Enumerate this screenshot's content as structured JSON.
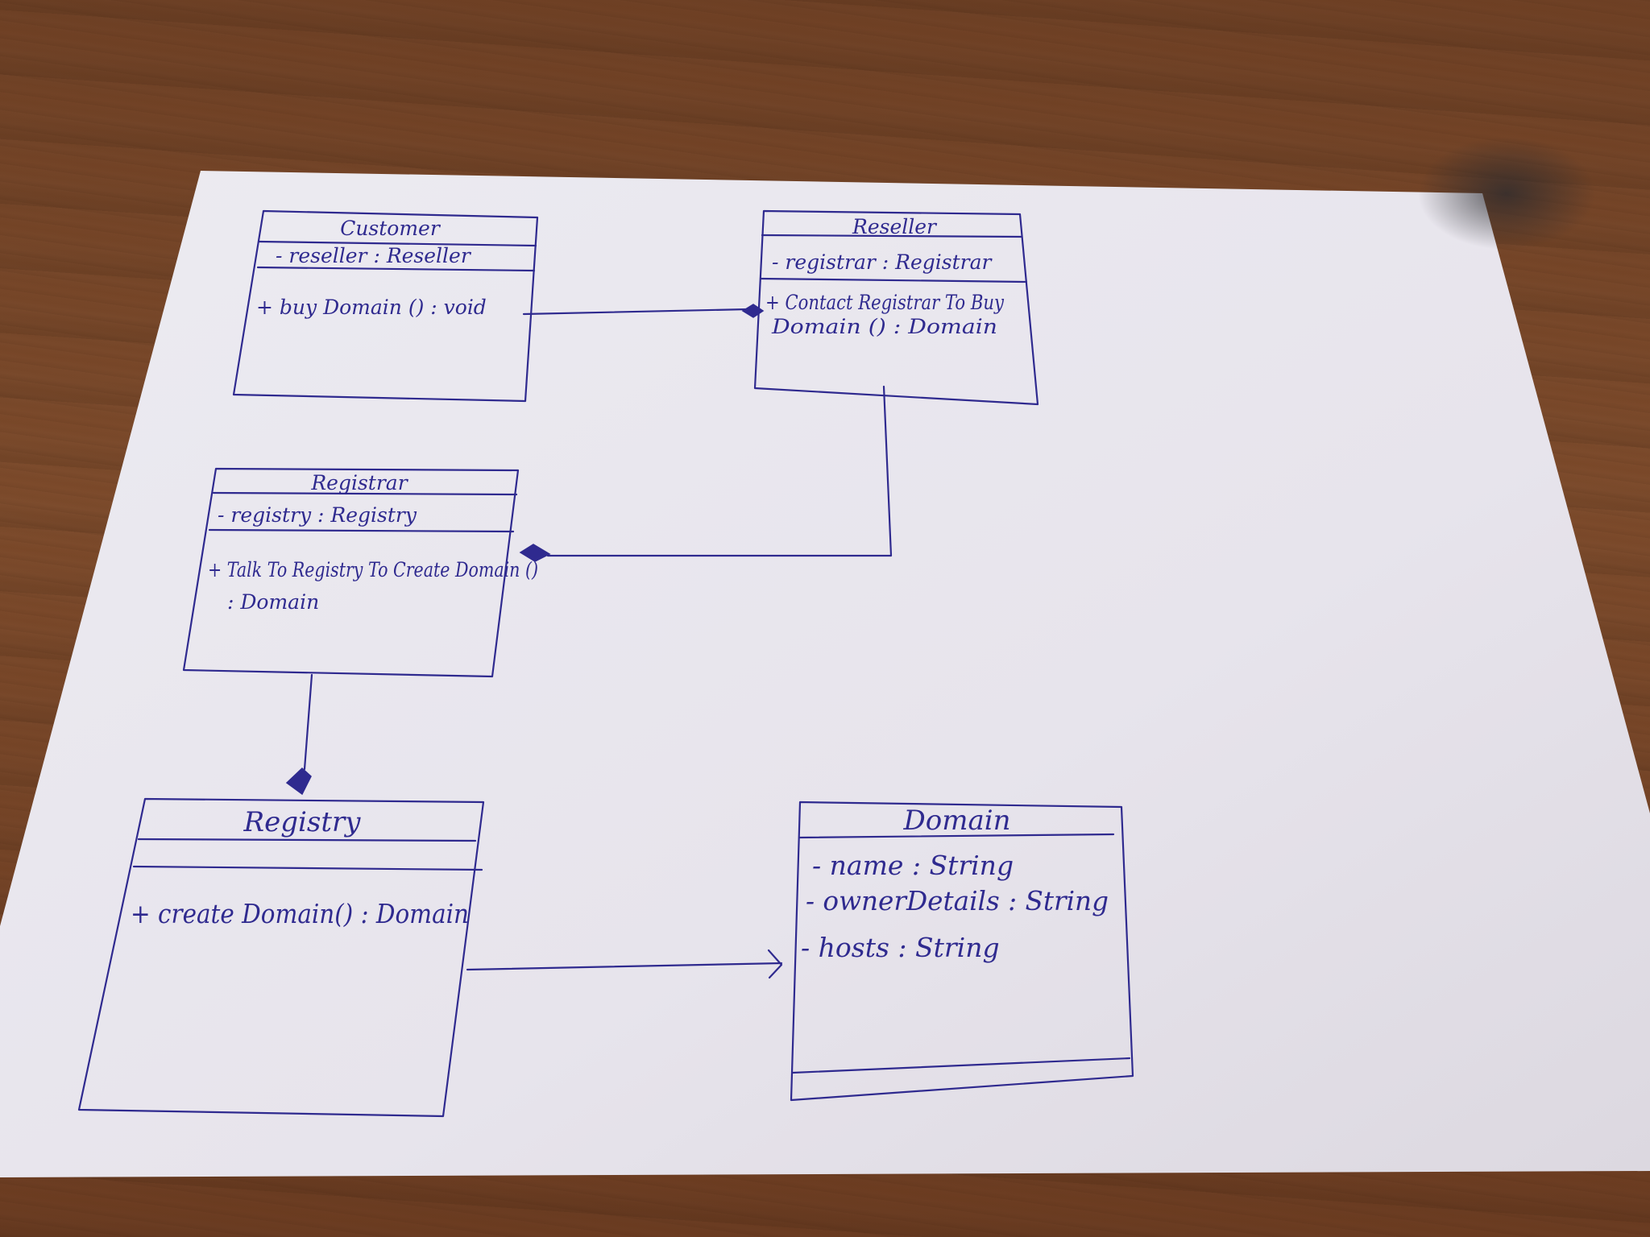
{
  "diagram": {
    "classes": {
      "customer": {
        "name": "Customer",
        "attributes": [
          "- reseller : Reseller"
        ],
        "methods": [
          "+ buy Domain () : void"
        ]
      },
      "reseller": {
        "name": "Reseller",
        "attributes": [
          "- registrar : Registrar"
        ],
        "methods": [
          "+ Contact Registrar To Buy",
          "Domain () : Domain"
        ]
      },
      "registrar": {
        "name": "Registrar",
        "attributes": [
          "- registry : Registry"
        ],
        "methods": [
          "+ Talk To Registry To Create Domain ()",
          ": Domain"
        ]
      },
      "registry": {
        "name": "Registry",
        "attributes": [],
        "methods": [
          "+ create Domain() : Domain"
        ]
      },
      "domain": {
        "name": "Domain",
        "attributes": [
          "- name : String",
          "- ownerDetails : String",
          "- hosts : String"
        ],
        "methods": []
      }
    },
    "relationships": [
      {
        "from": "Reseller",
        "to": "Customer",
        "type": "composition"
      },
      {
        "from": "Registrar",
        "to": "Reseller",
        "type": "composition"
      },
      {
        "from": "Registry",
        "to": "Registrar",
        "type": "composition"
      },
      {
        "from": "Registry",
        "to": "Domain",
        "type": "association-arrow"
      }
    ]
  },
  "colors": {
    "ink": "#2f2a8f",
    "paper": "#e9e6ee",
    "desk": "#74452a"
  }
}
